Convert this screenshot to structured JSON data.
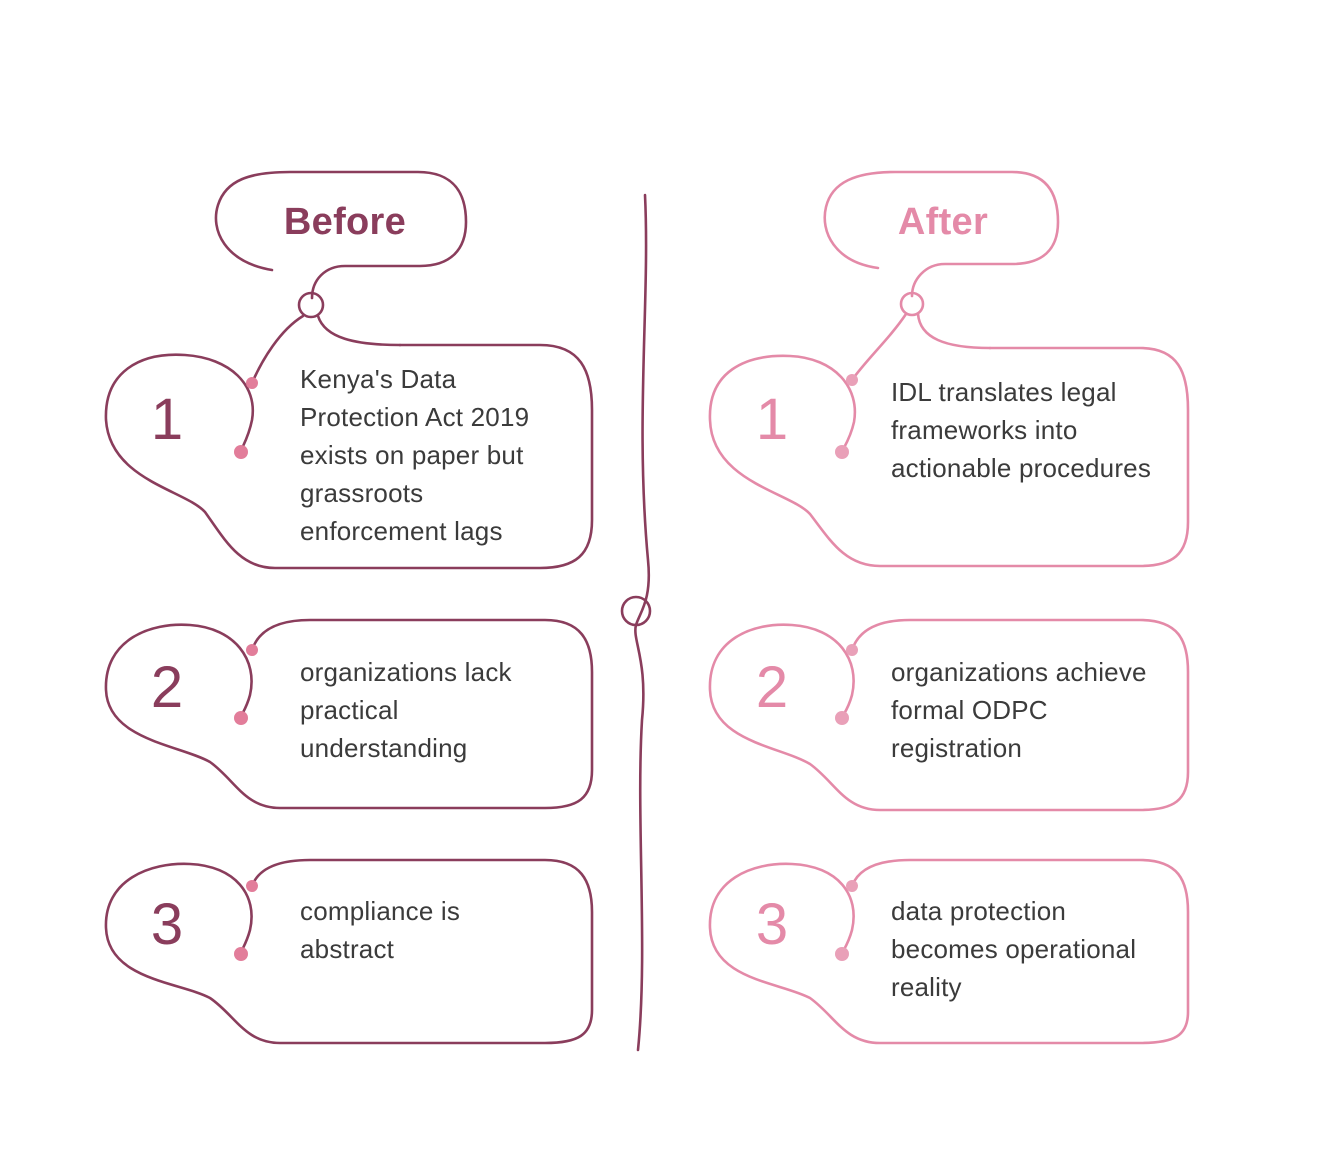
{
  "colors": {
    "before": "#8a3d5c",
    "after": "#e48aa8",
    "dot_before": "#e27d9a",
    "dot_after": "#e9a0b8",
    "text": "#3b3b3b"
  },
  "before": {
    "title": "Before",
    "items": [
      {
        "number": "1",
        "text": "Kenya's Data Protection Act 2019 exists on paper but grassroots enforcement lags"
      },
      {
        "number": "2",
        "text": "organizations lack practical understanding"
      },
      {
        "number": "3",
        "text": "compliance is abstract"
      }
    ]
  },
  "after": {
    "title": "After",
    "items": [
      {
        "number": "1",
        "text": "IDL translates legal frameworks into actionable procedures"
      },
      {
        "number": "2",
        "text": "organizations achieve formal ODPC registration"
      },
      {
        "number": "3",
        "text": "data protection becomes operational reality"
      }
    ]
  }
}
